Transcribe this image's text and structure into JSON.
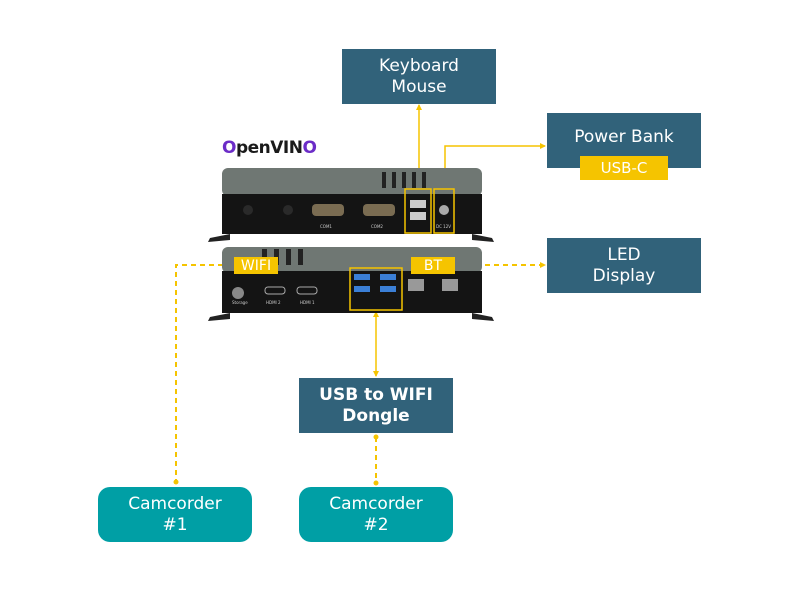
{
  "logo": {
    "text_prefix": "O",
    "text_main": "penVIN",
    "text_suffix": "O"
  },
  "boxes": {
    "keyboard_mouse": {
      "line1": "Keyboard",
      "line2": "Mouse"
    },
    "power_bank": {
      "line1": "Power Bank",
      "tag": "USB-C"
    },
    "led_display": {
      "line1": "LED",
      "line2": "Display"
    },
    "usb_wifi_dongle": {
      "line1": "USB to WIFI",
      "line2": "Dongle"
    },
    "camcorder_1": {
      "line1": "Camcorder",
      "line2": "#1"
    },
    "camcorder_2": {
      "line1": "Camcorder",
      "line2": "#2"
    }
  },
  "device_tags": {
    "wifi": "WIFI",
    "bt": "BT"
  },
  "port_labels": {
    "front": {
      "com1": "COM1",
      "com2": "COM2",
      "dc": "DC 12V"
    },
    "rear": {
      "storage": "Storage",
      "hdmi2": "HDMI 2",
      "hdmi1": "HDMI 1"
    }
  },
  "colors": {
    "box": "#31627a",
    "camcorder": "#009fa5",
    "accent": "#f5c400"
  }
}
